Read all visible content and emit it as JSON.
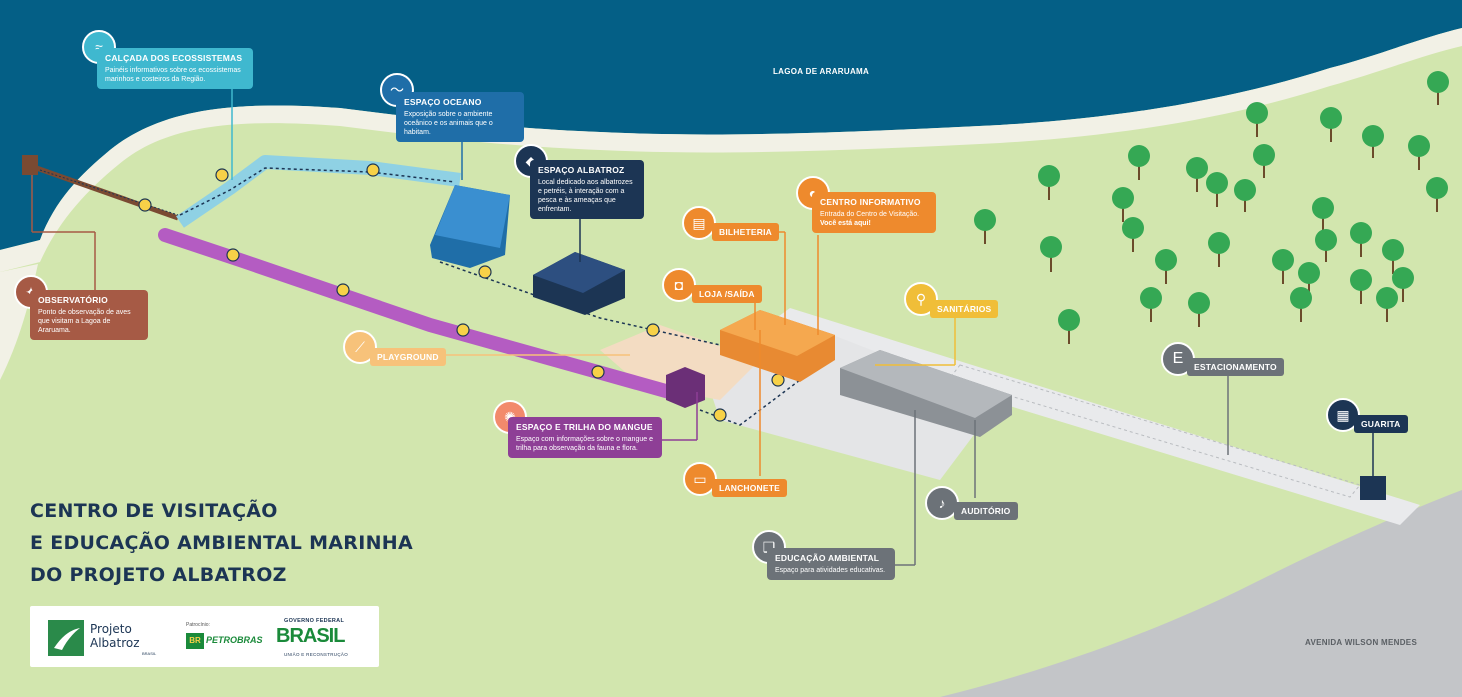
{
  "title": {
    "line1": "CENTRO DE VISITAÇÃO",
    "line2": "E EDUCAÇÃO AMBIENTAL MARINHA",
    "line3": "DO PROJETO ALBATROZ"
  },
  "places": {
    "lagoa": "LAGOA DE ARARUAMA",
    "avenida": "AVENIDA WILSON MENDES"
  },
  "points": {
    "calcada": {
      "title": "CALÇADA DOS ECOSSISTEMAS",
      "desc": "Painéis informativos sobre os ecossistemas marinhos e costeiros da Região.",
      "icon": "coast-icon",
      "color": "#3fb8cf"
    },
    "oceano": {
      "title": "ESPAÇO OCEANO",
      "desc": "Exposição sobre o ambiente oceânico e os animais que o habitam.",
      "icon": "wave-icon",
      "color": "#1f6ea8"
    },
    "albatroz": {
      "title": "ESPAÇO ALBATROZ",
      "desc": "Local dedicado aos albatrozes e petréis, à interação com a pesca e às ameaças que enfrentam.",
      "icon": "albatross-icon",
      "color": "#1c3554"
    },
    "observatorio": {
      "title": "OBSERVATÓRIO",
      "desc": "Ponto de observação de aves que visitam a Lagoa de Araruama.",
      "icon": "bird-icon",
      "color": "#a65a45"
    },
    "bilheteria": {
      "title": "BILHETERIA",
      "icon": "ticket-icon",
      "color": "#ee8a2d"
    },
    "centro": {
      "title": "CENTRO INFORMATIVO",
      "desc": "Entrada do Centro de Visitação.",
      "desc2": "Você está aqui!",
      "icon": "location-pin-icon",
      "color": "#ee8a2d"
    },
    "loja": {
      "title": "LOJA /SAÍDA",
      "icon": "shopping-bag-icon",
      "color": "#ee8a2d"
    },
    "sanitarios": {
      "title": "SANITÁRIOS",
      "icon": "restroom-icon",
      "color": "#f0be38"
    },
    "playground": {
      "title": "PLAYGROUND",
      "icon": "slide-icon",
      "color": "#f7c27a"
    },
    "mangue": {
      "title": "ESPAÇO E TRILHA DO MANGUE",
      "desc": "Espaço com informações sobre o mangue e trilha para observação da fauna e flora.",
      "icon": "crab-icon",
      "color": "#8e3f96"
    },
    "lanchonete": {
      "title": "LANCHONETE",
      "icon": "snack-icon",
      "color": "#ee8a2d"
    },
    "auditorio": {
      "title": "AUDITÓRIO",
      "icon": "microphone-icon",
      "color": "#6c7278"
    },
    "educacao": {
      "title": "EDUCAÇÃO AMBIENTAL",
      "desc": "Espaço para atividades educativas.",
      "icon": "book-icon",
      "color": "#6c7278"
    },
    "estacionamento": {
      "title": "ESTACIONAMENTO",
      "icon": "parking-icon",
      "icon_glyph": "E",
      "color": "#6c7278"
    },
    "guarita": {
      "title": "GUARITA",
      "icon": "booth-icon",
      "color": "#1c3554"
    }
  },
  "logos": {
    "projeto": "Projeto Albatroz",
    "projeto_small": "BRASIL",
    "patrocinio": "Patrocínio:",
    "petrobras": "PETROBRAS",
    "petro_mark": "BR",
    "gov_top": "GOVERNO FEDERAL",
    "gov_brasil": "BRASIL",
    "gov_sub": "UNIÃO E RECONSTRUÇÃO"
  }
}
